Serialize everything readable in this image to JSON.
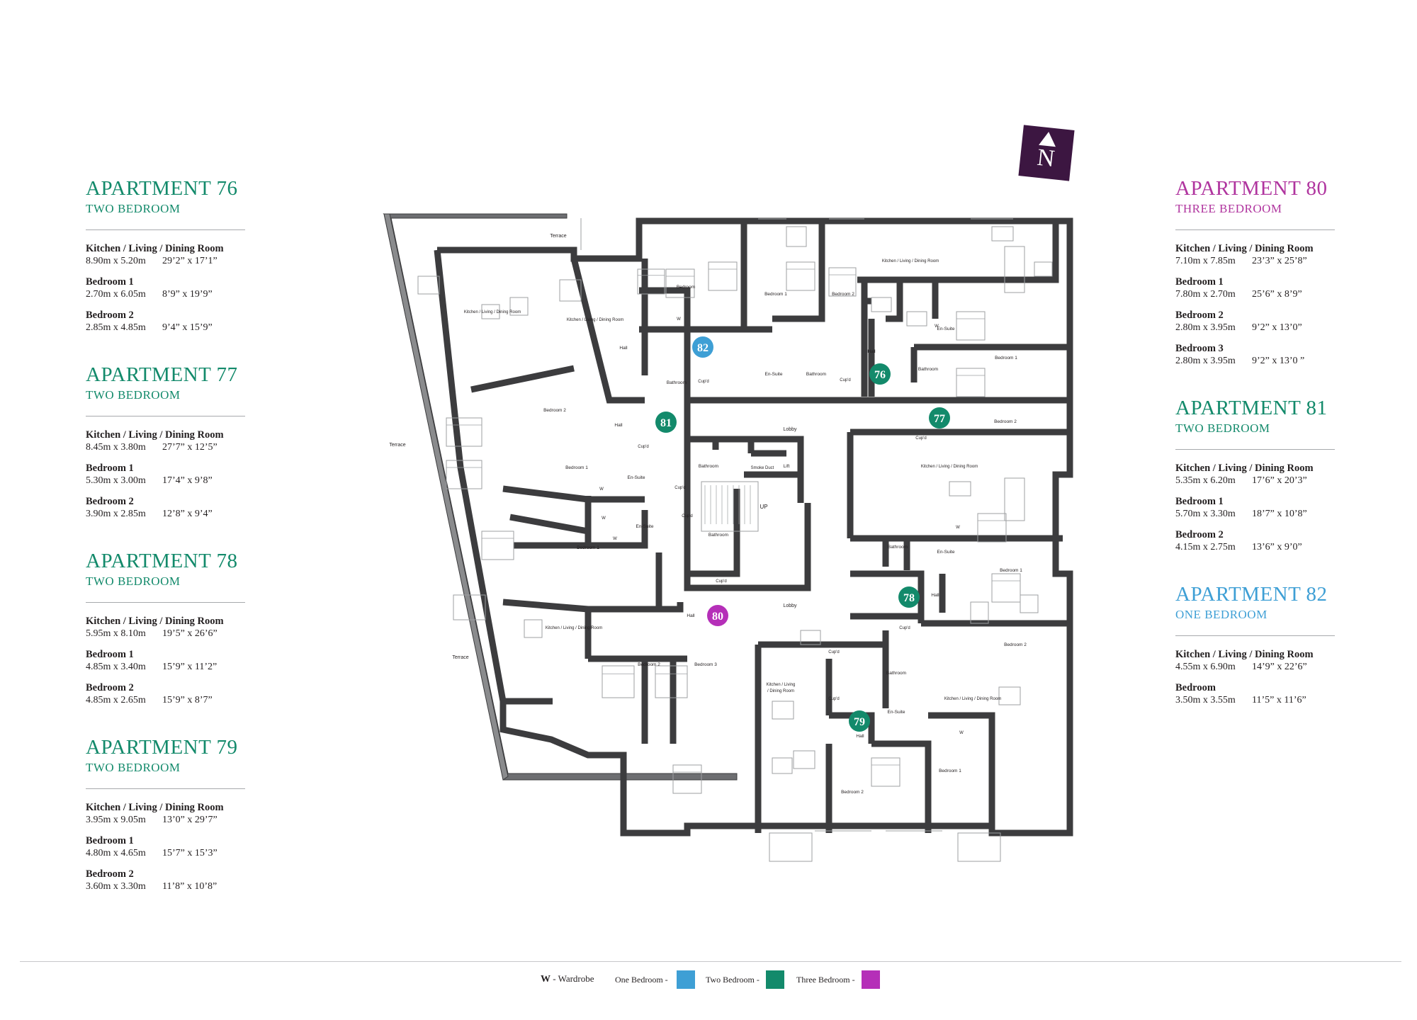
{
  "left_column": [
    {
      "title": "APARTMENT 76",
      "type": "TWO BEDROOM",
      "rooms": [
        {
          "name": "Kitchen / Living / Dining Room",
          "metric": "8.90m x 5.20m",
          "imperial": "29’2” x 17’1”"
        },
        {
          "name": "Bedroom 1",
          "metric": "2.70m x 6.05m",
          "imperial": "8’9” x 19’9”"
        },
        {
          "name": "Bedroom 2",
          "metric": "2.85m x 4.85m",
          "imperial": "9’4” x 15’9”"
        }
      ]
    },
    {
      "title": "APARTMENT 77",
      "type": "TWO BEDROOM",
      "rooms": [
        {
          "name": "Kitchen / Living / Dining Room",
          "metric": "8.45m x 3.80m",
          "imperial": "27’7” x 12’5”"
        },
        {
          "name": "Bedroom 1",
          "metric": "5.30m x 3.00m",
          "imperial": "17’4” x 9’8”"
        },
        {
          "name": "Bedroom 2",
          "metric": "3.90m x 2.85m",
          "imperial": "12’8” x 9’4”"
        }
      ]
    },
    {
      "title": "APARTMENT 78",
      "type": "TWO BEDROOM",
      "rooms": [
        {
          "name": "Kitchen / Living / Dining Room",
          "metric": "5.95m x 8.10m",
          "imperial": "19’5” x 26’6”"
        },
        {
          "name": "Bedroom 1",
          "metric": "4.85m x 3.40m",
          "imperial": "15’9” x 11’2”"
        },
        {
          "name": "Bedroom 2",
          "metric": "4.85m x 2.65m",
          "imperial": "15’9” x 8’7”"
        }
      ]
    },
    {
      "title": "APARTMENT 79",
      "type": "TWO BEDROOM",
      "rooms": [
        {
          "name": "Kitchen / Living / Dining Room",
          "metric": "3.95m x 9.05m",
          "imperial": "13’0” x 29’7”"
        },
        {
          "name": "Bedroom 1",
          "metric": "4.80m x 4.65m",
          "imperial": "15’7” x 15’3”"
        },
        {
          "name": "Bedroom 2",
          "metric": "3.60m x 3.30m",
          "imperial": "11’8” x 10’8”"
        }
      ]
    }
  ],
  "right_column": [
    {
      "title": "APARTMENT 80",
      "type": "THREE BEDROOM",
      "rooms": [
        {
          "name": "Kitchen / Living / Dining Room",
          "metric": "7.10m x 7.85m",
          "imperial": "23’3” x 25’8”"
        },
        {
          "name": "Bedroom 1",
          "metric": "7.80m x 2.70m",
          "imperial": "25’6” x 8’9”"
        },
        {
          "name": "Bedroom 2",
          "metric": "2.80m x 3.95m",
          "imperial": "9’2” x 13’0”"
        },
        {
          "name": "Bedroom 3",
          "metric": "2.80m x 3.95m",
          "imperial": "9’2” x 13’0 ”"
        }
      ]
    },
    {
      "title": "APARTMENT 81",
      "type": "TWO BEDROOM",
      "rooms": [
        {
          "name": "Kitchen / Living / Dining Room",
          "metric": "5.35m x 6.20m",
          "imperial": "17’6” x 20’3”"
        },
        {
          "name": "Bedroom 1",
          "metric": "5.70m x 3.30m",
          "imperial": "18’7” x 10’8”"
        },
        {
          "name": "Bedroom 2",
          "metric": "4.15m x 2.75m",
          "imperial": "13’6” x 9’0”"
        }
      ]
    },
    {
      "title": "APARTMENT 82",
      "type": "ONE BEDROOM",
      "rooms": [
        {
          "name": "Kitchen / Living / Dining Room",
          "metric": "4.55m x 6.90m",
          "imperial": "14’9” x 22’6”"
        },
        {
          "name": "Bedroom",
          "metric": "3.50m x 3.55m",
          "imperial": "11’5” x 11’6”"
        }
      ]
    }
  ],
  "compass": {
    "letter": "N"
  },
  "legend": {
    "wardrobe_key": "W",
    "wardrobe_text": "- Wardrobe",
    "one_bedroom": "One Bedroom -",
    "two_bedroom": "Two Bedroom -",
    "three_bedroom": "Three Bedroom -"
  },
  "colors": {
    "one_bedroom": "#3e9fd5",
    "two_bedroom": "#138a6b",
    "three_bedroom": "#b52fb8",
    "wall": "#3c3c3e",
    "compass": "#3c1641"
  },
  "plan": {
    "markers": [
      {
        "num": "76",
        "kind": "two"
      },
      {
        "num": "77",
        "kind": "two"
      },
      {
        "num": "78",
        "kind": "two"
      },
      {
        "num": "79",
        "kind": "two"
      },
      {
        "num": "80",
        "kind": "three"
      },
      {
        "num": "81",
        "kind": "two"
      },
      {
        "num": "82",
        "kind": "one"
      }
    ],
    "labels": {
      "terrace": "Terrace",
      "lobby": "Lobby",
      "lift": "Lift",
      "smoke_duct": "Smoke Duct",
      "up": "UP",
      "hall": "Hall",
      "kld": "Kitchen / Living / Dining Room",
      "kld_short_1": "Kitchen / Living",
      "kld_short_2": "/ Dining Room",
      "bedroom": "Bedroom",
      "bedroom_1": "Bedroom 1",
      "bedroom_2": "Bedroom 2",
      "bedroom_3": "Bedroom 3",
      "bathroom": "Bathroom",
      "en_suite": "En-Suite",
      "cupd": "Cup'd",
      "w": "W"
    }
  }
}
